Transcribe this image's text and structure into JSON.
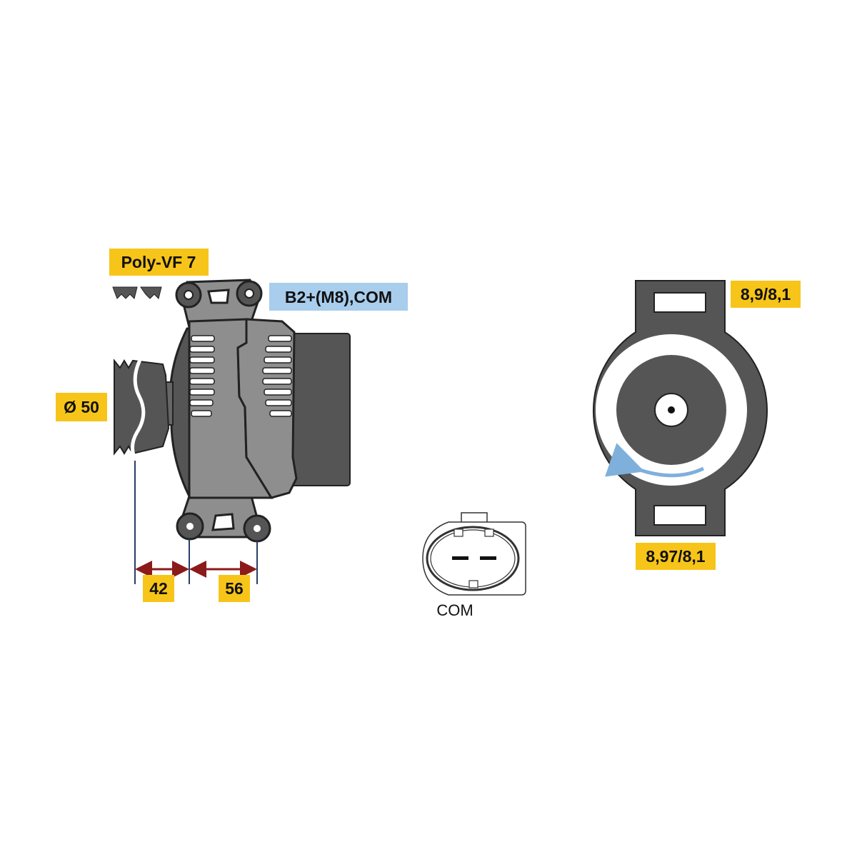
{
  "labels": {
    "belt_type": "Poly-VF 7",
    "terminal": "B2+(M8),COM",
    "pulley_diameter": "Ø 50",
    "dimension_1": "42",
    "dimension_2": "56",
    "connector": "COM",
    "mount_top": "8,9/8,1",
    "mount_bottom": "8,97/8,1"
  },
  "colors": {
    "label_yellow": "#f7c519",
    "label_blue": "#a9cdec",
    "body_gray": "#8e8e8e",
    "dark_gray": "#555555",
    "dimension_red": "#8b1a1a",
    "dimension_line_blue": "#2a3f66",
    "rotation_arrow": "#7fb0dc"
  }
}
